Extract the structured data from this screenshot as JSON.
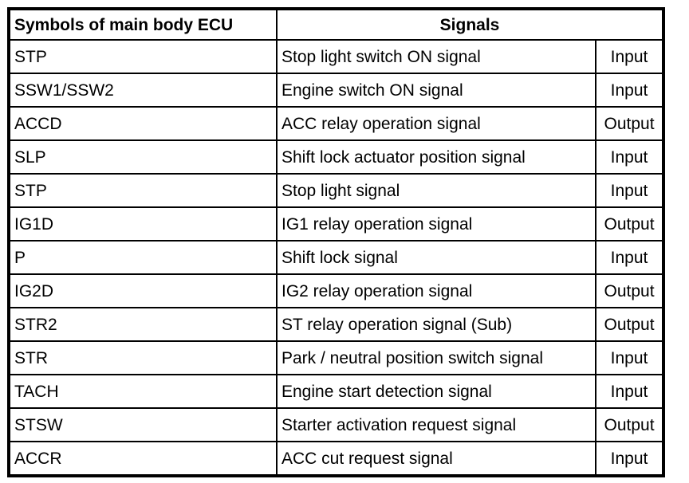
{
  "colors": {
    "border": "#000000",
    "text": "#000000",
    "background": "#ffffff"
  },
  "table": {
    "header": {
      "col_symbols": "Symbols of main body ECU",
      "col_signals": "Signals"
    },
    "rows": [
      {
        "symbol": "STP",
        "signal": "Stop light switch ON signal",
        "direction": "Input"
      },
      {
        "symbol": "SSW1/SSW2",
        "signal": "Engine switch ON signal",
        "direction": "Input"
      },
      {
        "symbol": "ACCD",
        "signal": "ACC relay operation signal",
        "direction": "Output"
      },
      {
        "symbol": "SLP",
        "signal": "Shift lock actuator position signal",
        "direction": "Input"
      },
      {
        "symbol": "STP",
        "signal": "Stop light signal",
        "direction": "Input"
      },
      {
        "symbol": "IG1D",
        "signal": "IG1 relay operation signal",
        "direction": "Output"
      },
      {
        "symbol": "P",
        "signal": "Shift lock signal",
        "direction": "Input"
      },
      {
        "symbol": "IG2D",
        "signal": "IG2 relay operation signal",
        "direction": "Output"
      },
      {
        "symbol": "STR2",
        "signal": "ST relay operation signal (Sub)",
        "direction": "Output"
      },
      {
        "symbol": "STR",
        "signal": "Park / neutral position switch signal",
        "direction": "Input"
      },
      {
        "symbol": "TACH",
        "signal": "Engine start detection signal",
        "direction": "Input"
      },
      {
        "symbol": "STSW",
        "signal": "Starter activation request signal",
        "direction": "Output"
      },
      {
        "symbol": "ACCR",
        "signal": "ACC cut request signal",
        "direction": "Input"
      }
    ]
  }
}
